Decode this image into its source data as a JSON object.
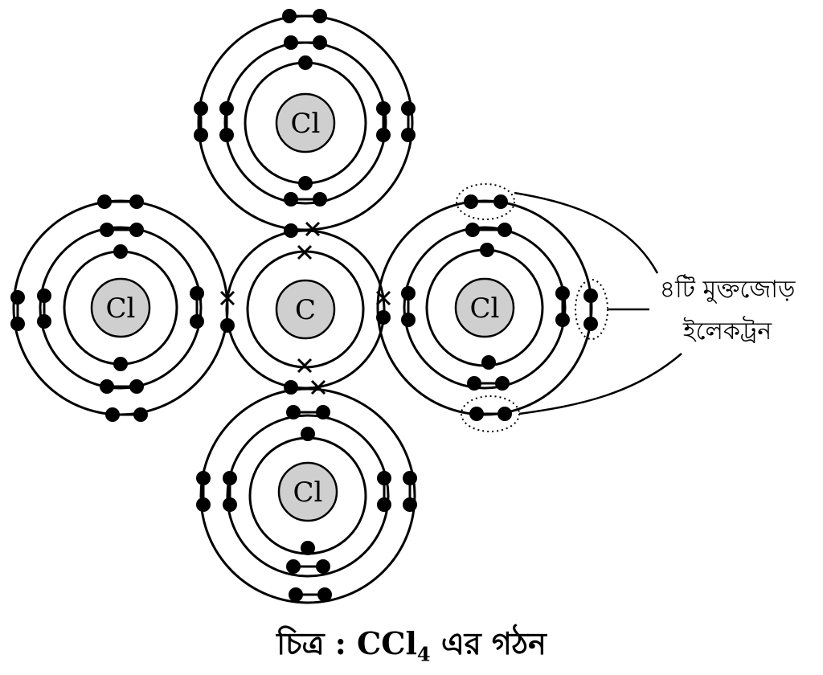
{
  "atoms": {
    "center": "C",
    "top": "Cl",
    "left": "Cl",
    "right": "Cl",
    "bottom": "Cl"
  },
  "annotation": {
    "line1": "৪টি মুক্তজোড়",
    "line2": "ইলেকট্রন"
  },
  "caption": {
    "prefix": "চিত্র : CCl",
    "subscript": "4",
    "suffix": " এর গঠন"
  }
}
